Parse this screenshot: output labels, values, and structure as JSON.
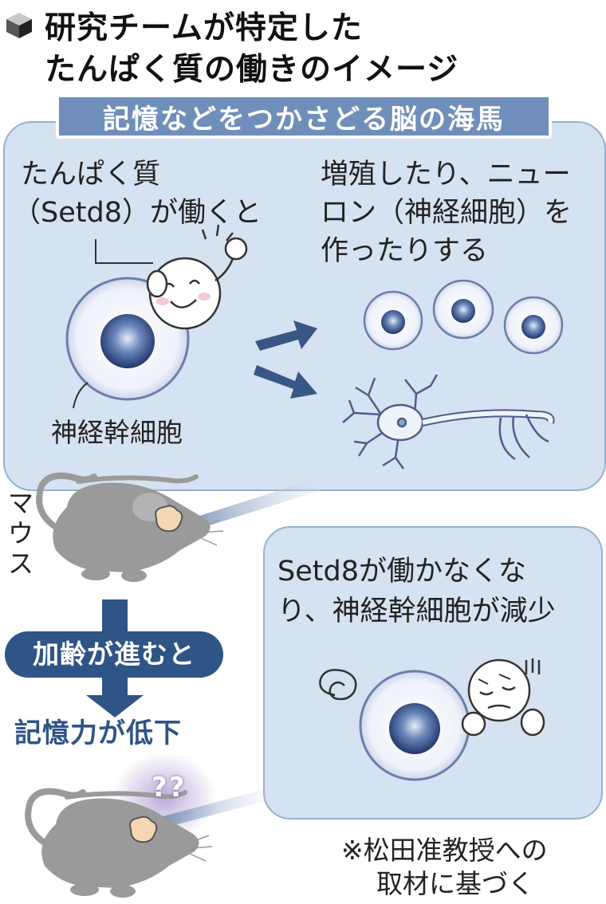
{
  "title": {
    "line1": "研究チームが特定した",
    "line2": "たんぱく質の働きのイメージ"
  },
  "hippocampus_banner": "記憶などをつかさどる脳の海馬",
  "protein_label": {
    "line1": "たんぱく質",
    "line2": "（Setd8）が働くと"
  },
  "result_label": {
    "line1": "増殖したり、ニュー",
    "line2": "ロン（神経細胞）を",
    "line3": "作ったりする"
  },
  "stem_cell_label": "神経幹細胞",
  "mouse_label": [
    "マ",
    "ウ",
    "ス"
  ],
  "aging_label": "加齢が進むと",
  "memory_decline_label": "記憶力が低下",
  "confused_marks": "??",
  "decline_text": {
    "line1": "Setd8が働かなくな",
    "line2": "り、神経幹細胞が減少"
  },
  "source_note": {
    "line1": "※松田准教授への",
    "line2": "取材に基づく"
  },
  "colors": {
    "panel_fill": "#d5e2f1",
    "panel_border": "#97b1d1",
    "banner": "#6f8fba",
    "navy": "#2f5486",
    "mouse_gray": "#9a9a9a",
    "glow_purple": "#b8a6d6"
  }
}
